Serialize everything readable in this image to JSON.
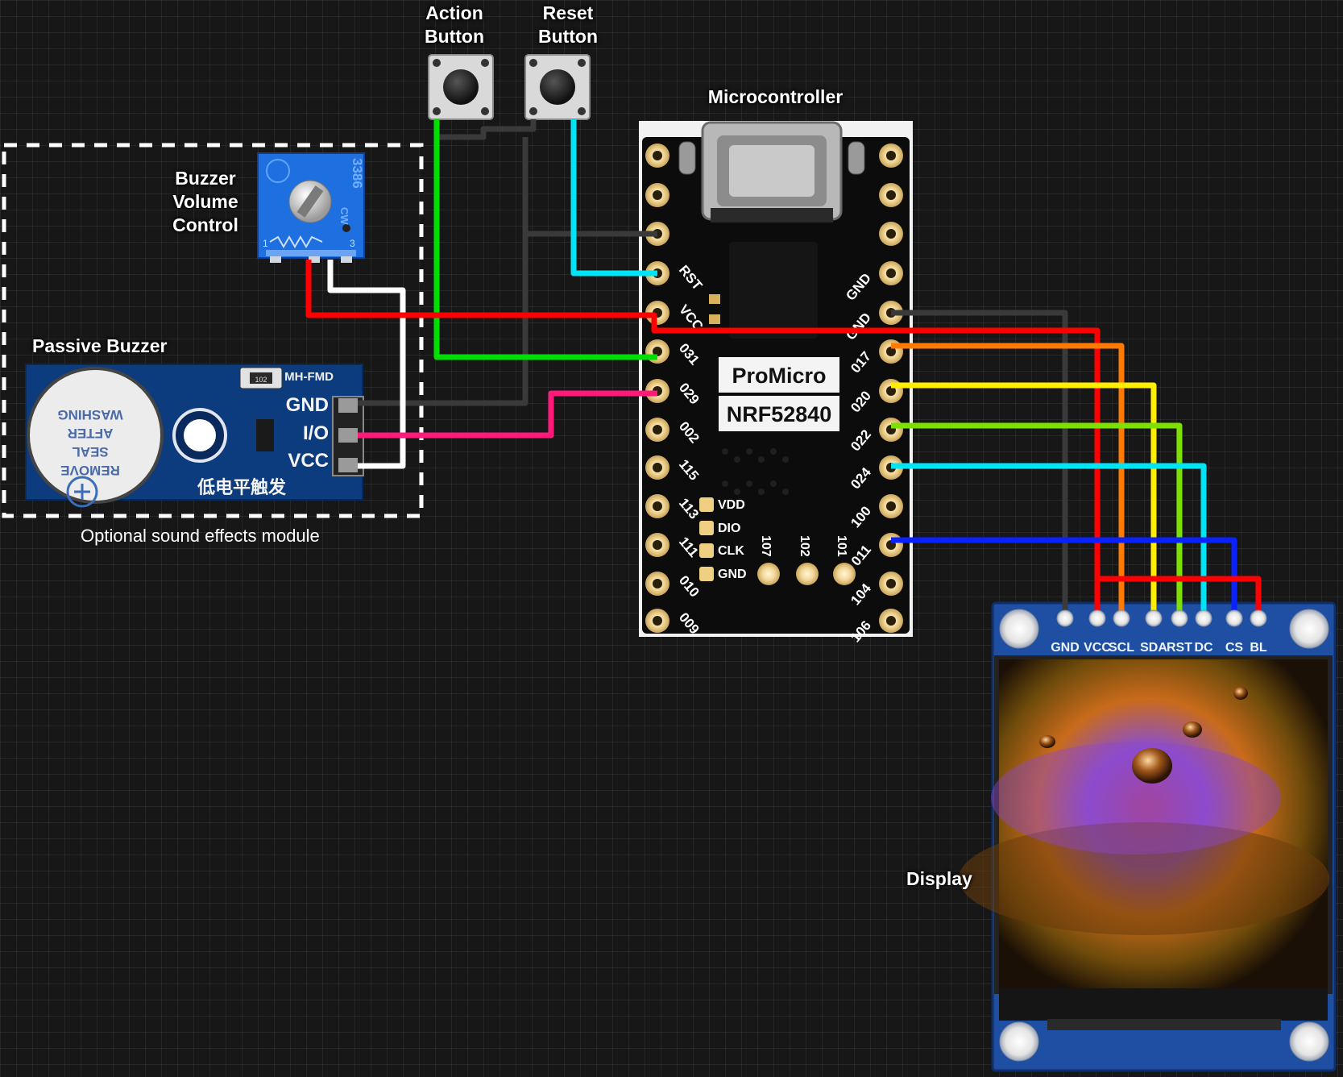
{
  "labels": {
    "action_button": [
      "Action",
      "Button"
    ],
    "reset_button": [
      "Reset",
      "Button"
    ],
    "microcontroller": "Microcontroller",
    "buzzer_volume": [
      "Buzzer",
      "Volume",
      "Control"
    ],
    "passive_buzzer": "Passive Buzzer",
    "display": "Display",
    "optional_module": "Optional sound effects module"
  },
  "promicro": {
    "line1": "ProMicro",
    "line2": "NRF52840",
    "left_pins": [
      "RST",
      "VCC",
      "031",
      "029",
      "002",
      "115",
      "113",
      "111",
      "010",
      "009"
    ],
    "right_pins": [
      "GND",
      "GND",
      "017",
      "020",
      "022",
      "024",
      "100",
      "011",
      "104",
      "106"
    ],
    "debug_pins": [
      "VDD",
      "DIO",
      "CLK",
      "GND"
    ],
    "bottom_pins": [
      "107",
      "102",
      "101"
    ]
  },
  "buzzer": {
    "brand": "MH-FMD",
    "resistor": "102",
    "sticker": [
      "REMOVE",
      "SEAL",
      "AFTER",
      "WASHING"
    ],
    "pins": [
      "GND",
      "I/O",
      "VCC"
    ],
    "chinese": "低电平触发"
  },
  "potentiometer": {
    "code": "3386",
    "cw": "CW",
    "pin1": "1",
    "pin3": "3"
  },
  "display": {
    "pins": [
      "GND",
      "VCC",
      "SCL",
      "SDA",
      "RST",
      "DC",
      "CS",
      "BL"
    ]
  },
  "wire_colors": {
    "gnd": "#3a3a3a",
    "vcc": "#ff0000",
    "action": "#00e000",
    "reset": "#00e5f5",
    "buzzer_io": "#ff1a7a",
    "pot_out": "#ffffff",
    "scl": "#ff7a00",
    "sda": "#ffee00",
    "rst": "#7ee000",
    "dc": "#00e5f5",
    "cs": "#0a22ff",
    "bl": "#ff0000"
  }
}
